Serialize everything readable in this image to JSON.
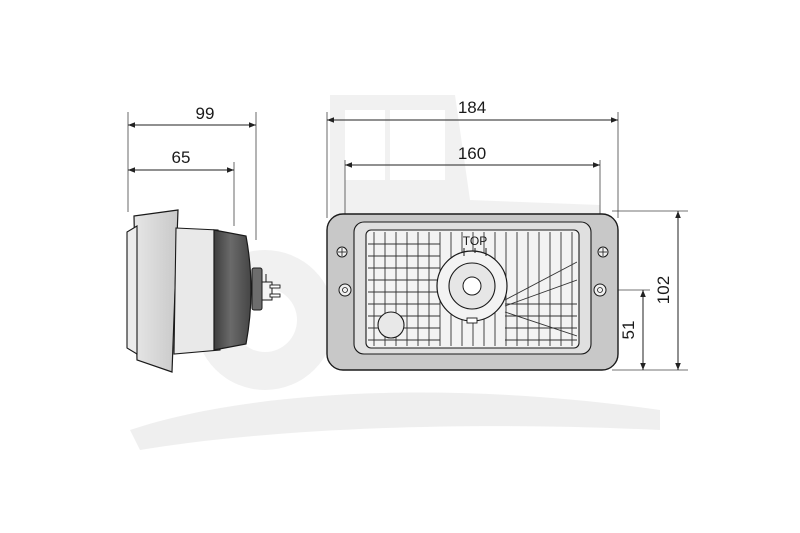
{
  "dimensions": {
    "side_overall_depth": "99",
    "side_body_depth": "65",
    "front_overall_width": "184",
    "front_mount_spacing": "160",
    "front_height": "102",
    "front_mount_height": "51"
  },
  "lamp": {
    "orientation_mark": "TOP"
  },
  "colors": {
    "housing": "#c8c8c8",
    "lens": "#f2f2f2",
    "body_dark": "#5a5a5a",
    "watermark": "#eeeeee"
  }
}
